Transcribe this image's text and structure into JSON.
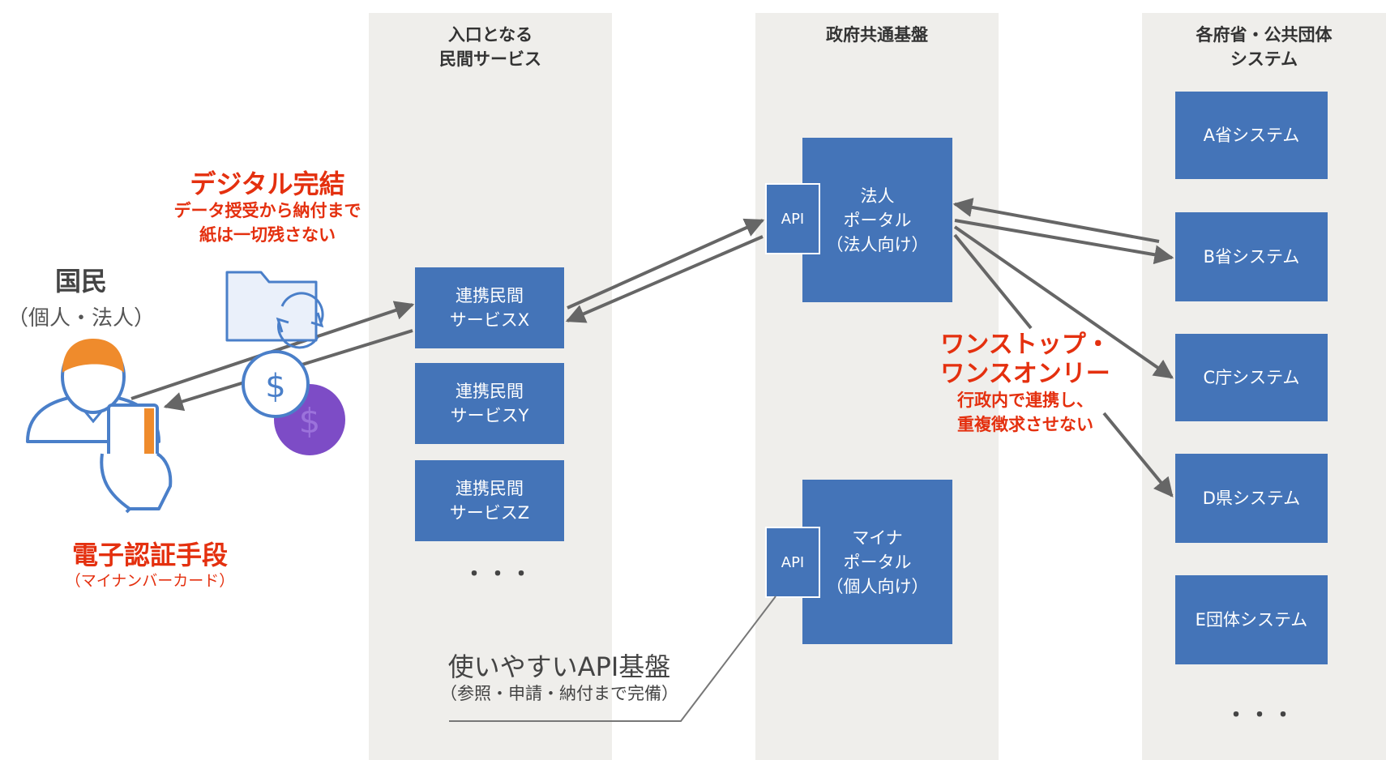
{
  "columns": {
    "private": {
      "title": "入口となる\n民間サービス"
    },
    "gov": {
      "title": "政府共通基盤"
    },
    "ministries": {
      "title": "各府省・公共団体\nシステム"
    }
  },
  "private_services": [
    {
      "label": "連携民間\nサービスX"
    },
    {
      "label": "連携民間\nサービスY"
    },
    {
      "label": "連携民間\nサービスZ"
    }
  ],
  "private_more": "・・・",
  "portals": {
    "corporate": {
      "api": "API",
      "label": "法人\nポータル\n（法人向け）"
    },
    "myna": {
      "api": "API",
      "label": "マイナ\nポータル\n（個人向け）"
    }
  },
  "systems": [
    {
      "label": "A省システム"
    },
    {
      "label": "B省システム"
    },
    {
      "label": "C庁システム"
    },
    {
      "label": "D県システム"
    },
    {
      "label": "E団体システム"
    }
  ],
  "systems_more": "・・・",
  "citizen": {
    "title": "国民",
    "subtitle": "（個人・法人）"
  },
  "digital": {
    "title": "デジタル完結",
    "line1": "データ授受から納付まで",
    "line2": "紙は一切残さない"
  },
  "auth": {
    "title": "電子認証手段",
    "subtitle": "（マイナンバーカード）"
  },
  "onestop": {
    "title1": "ワンストップ・",
    "title2": "ワンスオンリー",
    "line1": "行政内で連携し、",
    "line2": "重複徴求させない"
  },
  "api_platform": {
    "title": "使いやすいAPI基盤",
    "subtitle": "（参照・申請・納付まで完備）"
  },
  "colors": {
    "box": "#4474b8",
    "accent_red": "#e4300f",
    "column_bg": "#efeeeb",
    "arrow": "#666666",
    "coin": "#7d4cc6"
  }
}
